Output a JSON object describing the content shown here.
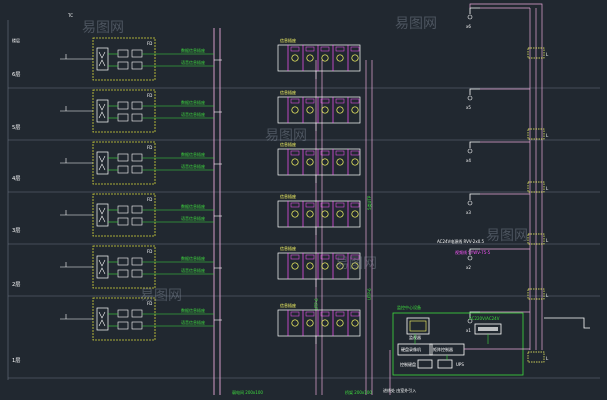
{
  "colors": {
    "background": "#212830",
    "panel_line": "#d6d63a",
    "floor_line": "#6b7380",
    "riser_line": "#e8a8d8",
    "bus_line": "#ffffff",
    "device_line": "#ffffff",
    "label_green": "#3ede3e",
    "label_yellow": "#ffff66",
    "label_white": "#ffffff",
    "label_magenta": "#ff55ff",
    "wire_green": "#3ede3e",
    "watermark": "#9aa4b4"
  },
  "header": {
    "floor_col_title": "楼层",
    "top_label": "TC"
  },
  "floors": [
    {
      "label": "6层"
    },
    {
      "label": "5层"
    },
    {
      "label": "4层"
    },
    {
      "label": "3层"
    },
    {
      "label": "2层"
    },
    {
      "label": "1层"
    }
  ],
  "panel_tag": "FD",
  "panel_out_labels": [
    "数据信息插座",
    "语音信息插座"
  ],
  "outlet_group_title": "信息插座",
  "cable_labels": [
    "UTP-6",
    "UTP-6",
    "UTP-6"
  ],
  "riser_label": "5类UTP",
  "camera_tags": [
    "x6",
    "x5",
    "x4",
    "x3",
    "x2",
    "x1"
  ],
  "camera_tag_short": "L",
  "power_line_label": "AC24V电源线 RVV-2x0.5",
  "video_line_label": "视频线 SYWV-75-5",
  "control_room": {
    "title": "监控中心设备",
    "power_label": "AC220V/AC24V",
    "monitor_label": "监视器",
    "recorder_label": "硬盘录像机",
    "matrix_label": "矩阵控制器",
    "keyboard_label": "控制键盘",
    "ups_label": "UPS"
  },
  "bottom_labels": [
    "弱电间 200x100",
    "桥架 200x100",
    "进线处 由室外引入"
  ],
  "watermark_text": "易图网"
}
